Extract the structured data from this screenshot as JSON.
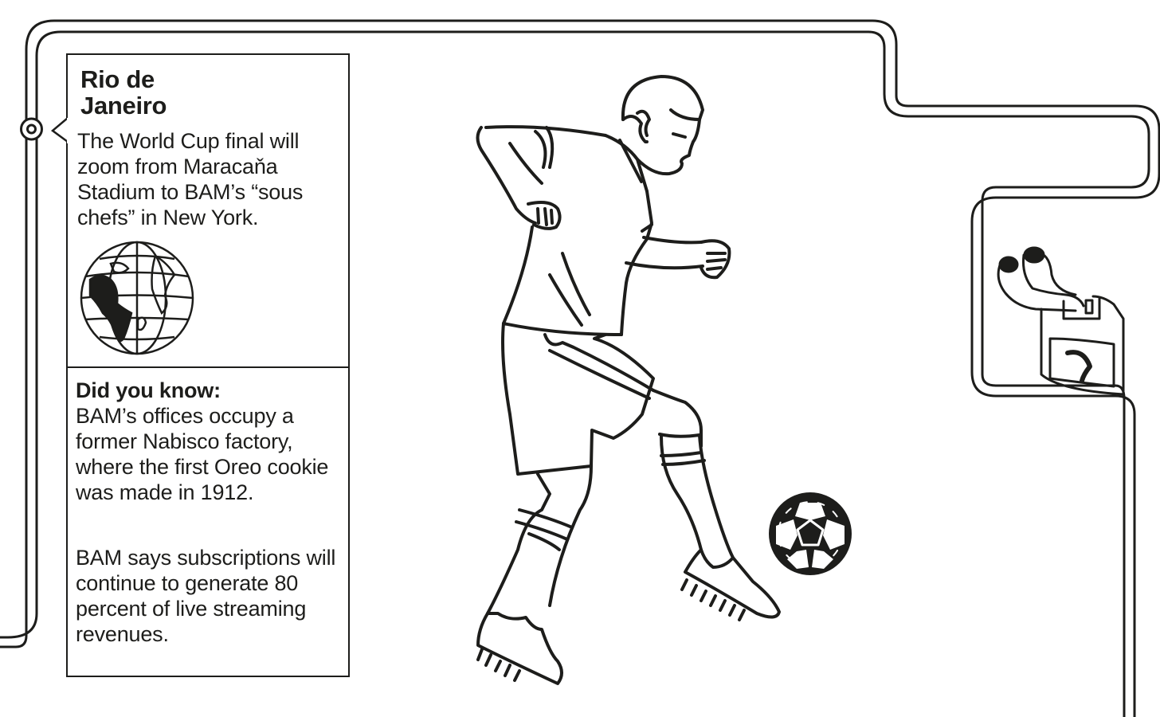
{
  "rio_box": {
    "title": "Rio de Janeiro",
    "text": "The World Cup final will zoom from Maracaňa Stadium to BAM’s “sous chefs” in New York.",
    "icon": "globe-icon"
  },
  "facts_box": {
    "heading": "Did you know:",
    "paragraph_1": "BAM’s offices occupy a former Nabisco factory, where the first Oreo cookie was made in 1912.",
    "paragraph_2": "BAM says subscriptions will continue to generate 80 percent of live streaming revenues."
  },
  "illustrations": {
    "main": "soccer-player-icon",
    "ball": "soccer-ball-icon",
    "right": "oreo-cookie-icon",
    "track": "route-line",
    "marker": "location-marker-icon"
  },
  "colors": {
    "ink": "#1d1d1b",
    "background": "#ffffff"
  }
}
